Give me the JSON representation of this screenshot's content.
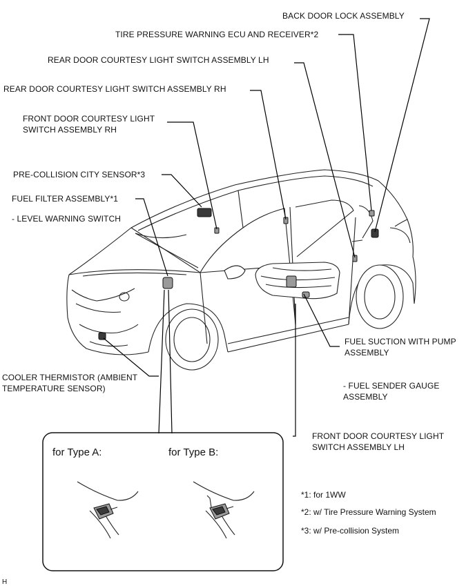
{
  "labels": {
    "back_door_lock": "BACK DOOR LOCK ASSEMBLY",
    "tire_pressure_ecu": "TIRE PRESSURE WARNING ECU AND RECEIVER*2",
    "rear_door_switch_lh": "REAR DOOR COURTESY LIGHT SWITCH ASSEMBLY LH",
    "rear_door_switch_rh": "REAR DOOR COURTESY LIGHT SWITCH ASSEMBLY RH",
    "front_door_switch_rh_1": "FRONT DOOR COURTESY LIGHT",
    "front_door_switch_rh_2": "SWITCH ASSEMBLY RH",
    "pre_collision_sensor": "PRE-COLLISION CITY SENSOR*3",
    "fuel_filter": "FUEL FILTER ASSEMBLY*1",
    "level_warning_switch": "- LEVEL WARNING SWITCH",
    "fuel_suction_1": "FUEL SUCTION WITH PUMP",
    "fuel_suction_2": "ASSEMBLY",
    "fuel_sender_1": "- FUEL SENDER GAUGE",
    "fuel_sender_2": "ASSEMBLY",
    "cooler_thermistor_1": "COOLER THERMISTOR (AMBIENT",
    "cooler_thermistor_2": "TEMPERATURE SENSOR)",
    "front_door_switch_lh_1": "FRONT DOOR COURTESY LIGHT",
    "front_door_switch_lh_2": "SWITCH ASSEMBLY LH"
  },
  "detail": {
    "type_a": "for Type A:",
    "type_b": "for Type B:"
  },
  "notes": [
    "*1: for 1WW",
    "*2: w/ Tire Pressure Warning System",
    "*3: w/ Pre-collision System"
  ],
  "figure_code": "H"
}
